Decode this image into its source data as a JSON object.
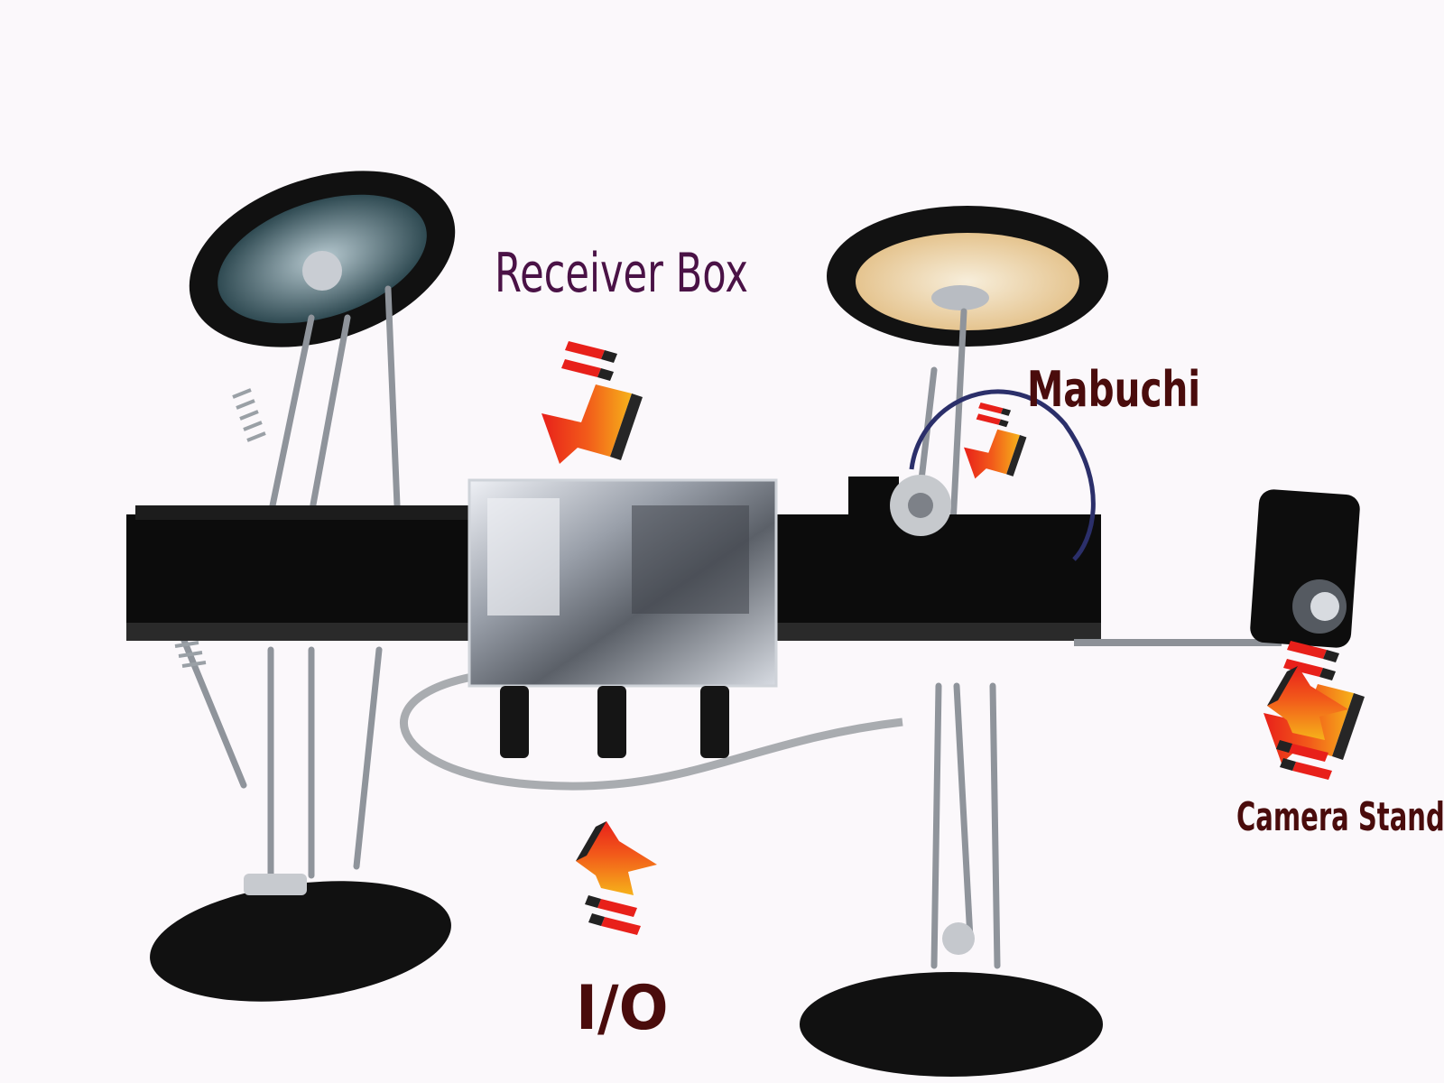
{
  "labels": {
    "receiver_box": "Receiver Box",
    "mabuchi": "Mabuchi",
    "camera_stand": "Camera Stand",
    "io": "I/O"
  },
  "colors": {
    "background": "#fbf8fb",
    "receiver_label": "#4a1246",
    "other_labels": "#4a0c0c",
    "arrow_red": "#e8201a",
    "arrow_orange": "#f6a21a",
    "arrow_dark": "#222222",
    "chassis": "#0d0d0d",
    "tire": "#111111",
    "metal": "#b9bcc2"
  },
  "icons": [
    "arrow-icon"
  ]
}
